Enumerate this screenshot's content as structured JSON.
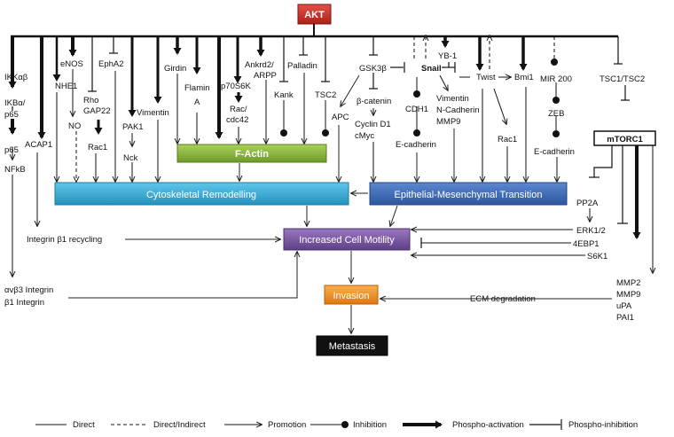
{
  "nodes": {
    "akt": "AKT",
    "ikka": "IKKαβ",
    "ikba": "IKBα/",
    "ikba2": "p65",
    "p65": "p65",
    "nfkb": "NFkB",
    "enos": "eNOS",
    "no": "NO",
    "nhe1": "NHE1",
    "acap1": "ACAP1",
    "rho": "Rho",
    "gap22": "GAP22",
    "epha2": "EphA2",
    "rac1a": "Rac1",
    "pak1": "PAK1",
    "nck": "Nck",
    "vimentin1": "Vimentin",
    "girdin": "Girdin",
    "flamin": "Flamin",
    "flaminA": "A",
    "p70": "p70S6K",
    "rac": "Rac/",
    "cdc42": "cdc42",
    "ankrd": "Ankrd2/",
    "arpp": "ARPP",
    "kank": "Kank",
    "palladin": "Palladin",
    "tsc2": "TSC2",
    "apc": "APC",
    "gsk": "GSK3β",
    "bcat": "β-catenin",
    "cyclin": "Cyclin D1",
    "cmyc": "cMyc",
    "snail": "Snail",
    "cdh1": "CDH1",
    "ecad1": "E-cadherin",
    "yb1": "YB-1",
    "vim2": "Vimentin",
    "ncad": "N-Cadherin",
    "mmp9a": "MMP9",
    "twist": "Twist",
    "bmi1": "Bmi1",
    "rac1b": "Rac1",
    "mir200": "MIR 200",
    "zeb": "ZEB",
    "ecad2": "E-cadherin",
    "tsc12": "TSC1/TSC2",
    "mtorc1": "mTORC1",
    "pp2a": "PP2A",
    "erk": "ERK1/2",
    "ebp1": "4EBP1",
    "s6k1": "S6K1",
    "mmp2": "MMP2",
    "mmp9b": "MMP9",
    "upa": "uPA",
    "pai1": "PAI1",
    "integrin_rec": "Integrin β1 recycling",
    "avb3": "αvβ3 Integrin",
    "b1int": "β1 Integrin",
    "ecm": "ECM degradation"
  },
  "boxes": {
    "factin": "F-Actin",
    "cyto": "Cytoskeletal Remodelling",
    "emt": "Epithelial-Mesenchymal Transition",
    "motility": "Increased Cell Motility",
    "invasion": "Invasion",
    "metastasis": "Metastasis"
  },
  "legend": {
    "direct": "Direct",
    "indirect": "Direct/Indirect",
    "promotion": "Promotion",
    "inhibition": "Inhibition",
    "phospho_act": "Phospho-activation",
    "phospho_inh": "Phospho-inhibition"
  },
  "colors": {
    "akt": "#cc2a24",
    "factin": "#8dbb3e",
    "cyto": "#38aed6",
    "emt": "#3d6cb5",
    "motility": "#7a56a0",
    "invasion": "#f0901e",
    "metastasis": "#111111"
  }
}
